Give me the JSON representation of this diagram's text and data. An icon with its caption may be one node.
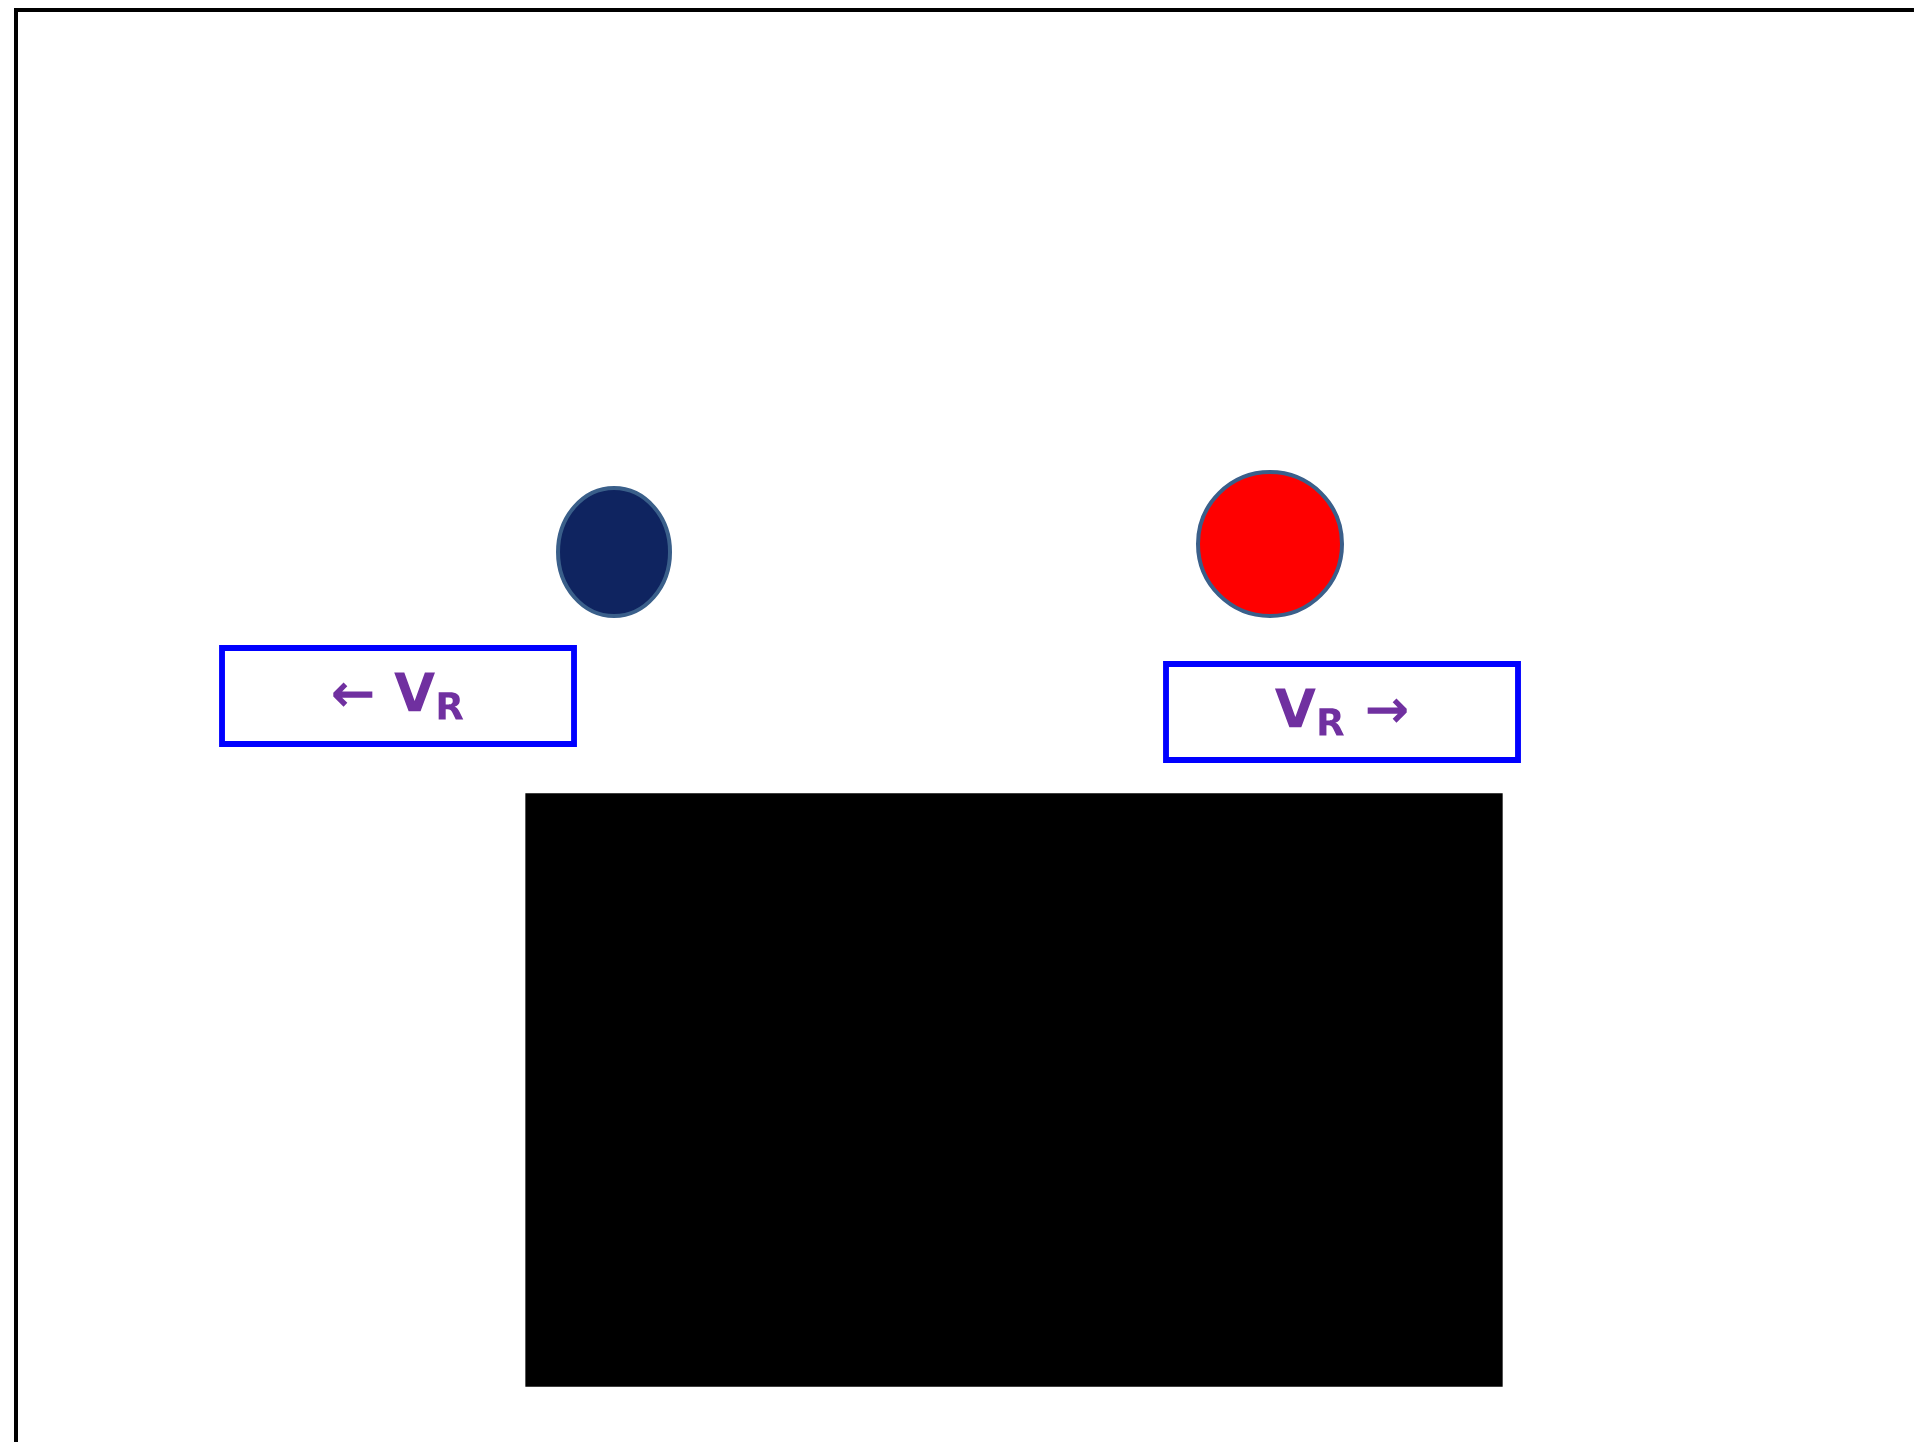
{
  "diagram": {
    "nodes": [
      {
        "text": [],
        "shape": "circle"
      },
      {
        "text": [],
        "shape": "circle"
      },
      {
        "text": [
          "← V$_{R}$"
        ]
      },
      {
        "text": [
          "V$_{R}$ →"
        ]
      },
      {
        "text": [],
        "shape": "box"
      }
    ]
  }
}
